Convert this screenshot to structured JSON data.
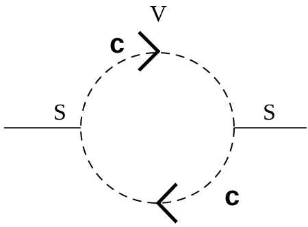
{
  "diagram": {
    "labels": {
      "top": "V",
      "left_line": "S",
      "right_line": "S",
      "upper_arrow": "c",
      "lower_arrow": "c"
    },
    "colors": {
      "stroke": "#000000",
      "background": "#ffffff"
    }
  }
}
